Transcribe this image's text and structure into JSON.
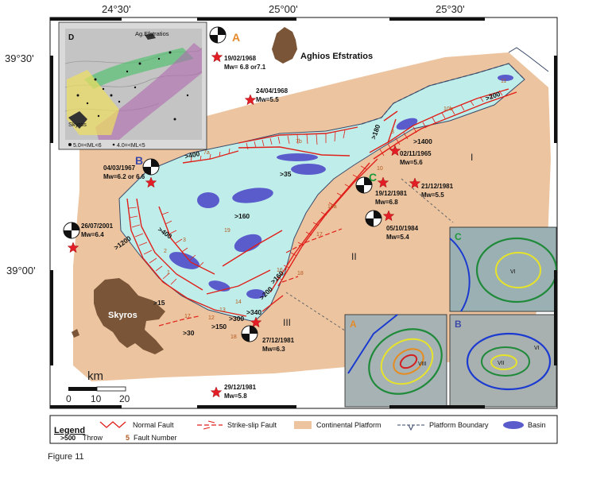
{
  "figure_caption": "Figure 11",
  "lon_ticks": [
    "24°30'",
    "25°00'",
    "25°30'"
  ],
  "lat_ticks": [
    "39°30'",
    "39°00'"
  ],
  "islands": {
    "north": "Aghios Efstratios",
    "south": "Skyros"
  },
  "zones": [
    "I",
    "II",
    "III"
  ],
  "earthquakes": [
    {
      "date": "19/02/1968",
      "mw": "Mw= 6.8 or7.1",
      "marker": "A"
    },
    {
      "date": "24/04/1968",
      "mw": "Mw=5.5"
    },
    {
      "date": "04/03/1967",
      "mw": "Mw=6.2 or 6.6",
      "marker": "B"
    },
    {
      "date": "02/11/1965",
      "mw": "Mw=5.6"
    },
    {
      "date": "19/12/1981",
      "mw": "Mw=6.8",
      "marker": "C"
    },
    {
      "date": "21/12/1981",
      "mw": "Mw=5.5"
    },
    {
      "date": "05/10/1984",
      "mw": "Mw=5.4"
    },
    {
      "date": "26/07/2001",
      "mw": "Mw=6.4"
    },
    {
      "date": "27/12/1981",
      "mw": "Mw=6.3"
    },
    {
      "date": "29/12/1981",
      "mw": "Mw=5.8"
    }
  ],
  "throws": [
    ">400",
    ">35",
    ">160",
    ">400",
    ">1200",
    ">15",
    ">30",
    ">150",
    ">300",
    ">340",
    ">200",
    ">160",
    ">180",
    ">1400",
    ">200"
  ],
  "fault_numbers": [
    "1",
    "2",
    "3",
    "7a",
    "7b",
    "8",
    "10",
    "10a",
    "10b",
    "11",
    "12",
    "13",
    "14",
    "16",
    "17",
    "17",
    "18",
    "18",
    "19"
  ],
  "scale_bar": {
    "unit": "km",
    "ticks": [
      "0",
      "10",
      "20"
    ]
  },
  "inset_d": {
    "panel": "D",
    "place_labels": [
      "Ag.Efstratios",
      "Skyros"
    ],
    "legend": [
      "5.0=<ML<6",
      "4.0=<ML<5"
    ]
  },
  "inset_panels": [
    "A",
    "B",
    "C"
  ],
  "intensity_labels": [
    "VIII",
    "VII",
    "VI",
    "VI"
  ],
  "legend": {
    "title": "Legend",
    "items": [
      "Normal Fault",
      "Strike-slip Fault",
      "Continental Platform",
      "Platform Boundary",
      "Basin"
    ],
    "throw_example": ">500",
    "throw_label": "Throw",
    "fault_number_example": "5",
    "fault_number_label": "Fault Number"
  },
  "colors": {
    "platform": "#edc4a0",
    "basin_water": "#bfeeea",
    "basin": "#5a5ccc",
    "fault": "#e0201a",
    "island": "#7a5538",
    "frame": "#111111"
  }
}
